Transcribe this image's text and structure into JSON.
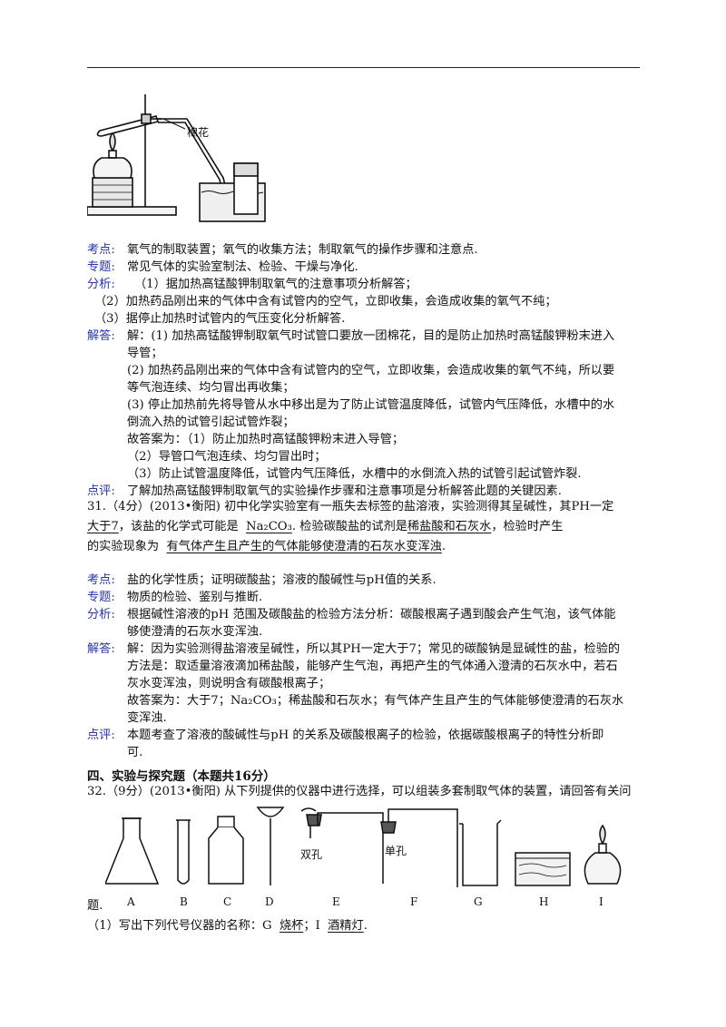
{
  "fig1": {
    "label": "棉花"
  },
  "s1": {
    "kaodian_label": "考点:",
    "kaodian": "氧气的制取装置；氧气的收集方法；制取氧气的操作步骤和注意点.",
    "zhuanti_label": "专题:",
    "zhuanti": "常见气体的实验室制法、检验、干燥与净化.",
    "fenxi_label": "分析:",
    "fenxi": [
      "（1）据加热高锰酸钾制取氧气的注意事项分析解答；",
      "（2）加热药品刚出来的气体中含有试管内的空气，立即收集，会造成收集的氧气不纯；",
      "（3）据停止加热时试管内的气压变化分析解答."
    ],
    "jieda_label": "解答:",
    "jieda": [
      "解：(1) 加热高锰酸钾制取氧气时试管口要放一团棉花，目的是防止加热时高锰酸钾粉末进入",
      "导管；",
      "(2) 加热药品刚出来的气体中含有试管内的空气，立即收集，会造成收集的氧气不纯，所以要",
      "等气泡连续、均匀冒出再收集；",
      "(3) 停止加热前先将导管从水中移出是为了防止试管温度降低，试管内气压降低，水槽中的水",
      "倒流入热的试管引起试管炸裂；",
      "故答案为：（1）防止加热时高锰酸钾粉末进入导管；",
      "（2）导管口气泡连续、均匀冒出时；",
      "（3）防止试管温度降低，试管内气压降低，水槽中的水倒流入热的试管引起试管炸裂."
    ],
    "dianping_label": "点评:",
    "dianping": "了解加热高锰酸钾制取氧气的实验操作步骤和注意事项是分析解答此题的关键因素."
  },
  "q31": {
    "p1": "31.（4分）(2013•衡阳) 初中化学实验室有一瓶失去标签的盐溶液，实验测得其呈碱性，其PH一定",
    "b1": "大于7",
    "p2": "，该盐的化学式可能是",
    "b2": "Na₂CO₃",
    "p3": ". 检验碳酸盐的试剂是",
    "b3": "稀盐酸和石灰水",
    "p4": "，检验时产生",
    "p5": "的实验现象为",
    "b4": "有气体产生且产生的气体能够使澄清的石灰水变浑浊",
    "p6": "."
  },
  "s2": {
    "kaodian_label": "考点:",
    "kaodian": "盐的化学性质；证明碳酸盐；溶液的酸碱性与pH值的关系.",
    "zhuanti_label": "专题:",
    "zhuanti": "物质的检验、鉴别与推断.",
    "fenxi_label": "分析:",
    "fenxi": [
      "根据碱性溶液的pH 范围及碳酸盐的检验方法分析：碳酸根离子遇到酸会产生气泡，该气体能",
      "够使澄清的石灰水变浑浊."
    ],
    "jieda_label": "解答:",
    "jieda": [
      "解：因为实验测得盐溶液呈碱性，所以其PH一定大于7；常见的碳酸钠是显碱性的盐，检验的",
      "方法是：取适量溶液滴加稀盐酸，能够产生气泡，再把产生的气体通入澄清的石灰水中，若石",
      "灰水变浑浊，则说明含有碳酸根离子；",
      "故答案为：大于7；Na₂CO₃；稀盐酸和石灰水；有气体产生且产生的气体能够使澄清的石灰水",
      "变浑浊."
    ],
    "dianping_label": "点评:",
    "dianping": [
      "本题考查了溶液的酸碱性与pH 的关系及碳酸根离子的检验，依据碳酸根离子的特性分析即",
      "可."
    ]
  },
  "sec4": {
    "title": "四、实验与探究题（本题共16分）"
  },
  "q32": {
    "stem": "32.（9分）(2013•衡阳) 从下列提供的仪器中进行选择，可以组装多套制取气体的装置，请回答有关问",
    "stem_end": "题.",
    "labels": {
      "A": "A",
      "B": "B",
      "C": "C",
      "D": "D",
      "E": "E",
      "F": "F",
      "G": "G",
      "H": "H",
      "I": "I",
      "E_ann": "双孔",
      "F_ann": "单孔"
    },
    "sub1_p1": "（1）写出下列代号仪器的名称：G",
    "sub1_b1": "烧杯",
    "sub1_p2": "；I",
    "sub1_b2": "酒精灯",
    "sub1_p3": "."
  }
}
